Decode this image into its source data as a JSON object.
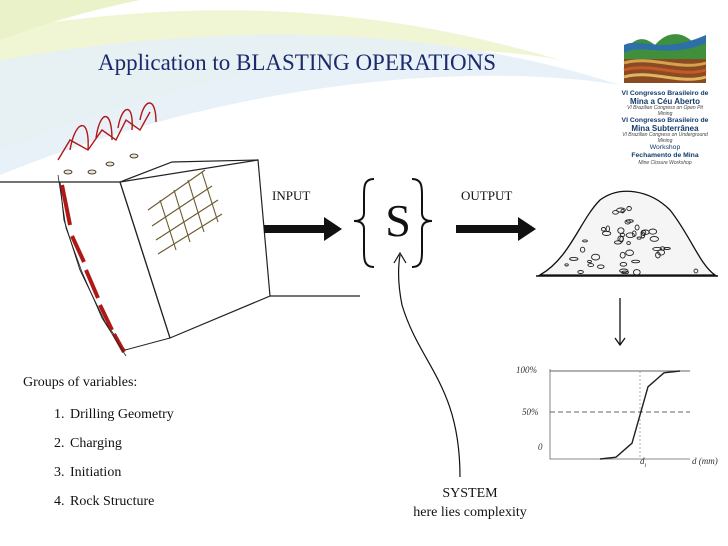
{
  "title": "Application to BLASTING OPERATIONS",
  "input_label": "INPUT",
  "output_label": "OUTPUT",
  "system_symbol": "S",
  "groups_heading": "Groups of variables:",
  "groups": [
    "Drilling Geometry",
    "Charging",
    "Initiation",
    "Rock Structure"
  ],
  "system_caption": [
    "SYSTEM",
    "here lies complexity"
  ],
  "logo": {
    "line1": "VI Congresso Brasileiro de",
    "line2": "Mina a Céu Aberto",
    "line3": "VI Brazilian Congress on Open Pit Mining",
    "line4": "VI Congresso Brasileiro de",
    "line5": "Mina Subterrânea",
    "line6": "VI Brazilian Congress on Underground Mining",
    "line7": "Workshop",
    "line8": "Fechamento de Mina",
    "line9": "Mine Closure Workshop"
  },
  "chart_data": {
    "type": "line",
    "title": "",
    "y_ticks": [
      "100%",
      "50%",
      "0"
    ],
    "x_markers": [
      "d",
      "d (mm)"
    ],
    "x_marker_subscript": "i",
    "ylim": [
      0,
      100
    ],
    "series": [
      {
        "x": [
          0.0,
          0.2,
          0.4,
          0.5,
          0.6,
          0.8,
          1.0
        ],
        "y": [
          0,
          2,
          18,
          50,
          82,
          98,
          100
        ]
      }
    ],
    "reference_line_y": 50
  },
  "colors": {
    "title": "#1a2a6c",
    "charge": "#b01818",
    "band_top": "#dbe9b0",
    "band_blue": "#cfe0ef"
  }
}
